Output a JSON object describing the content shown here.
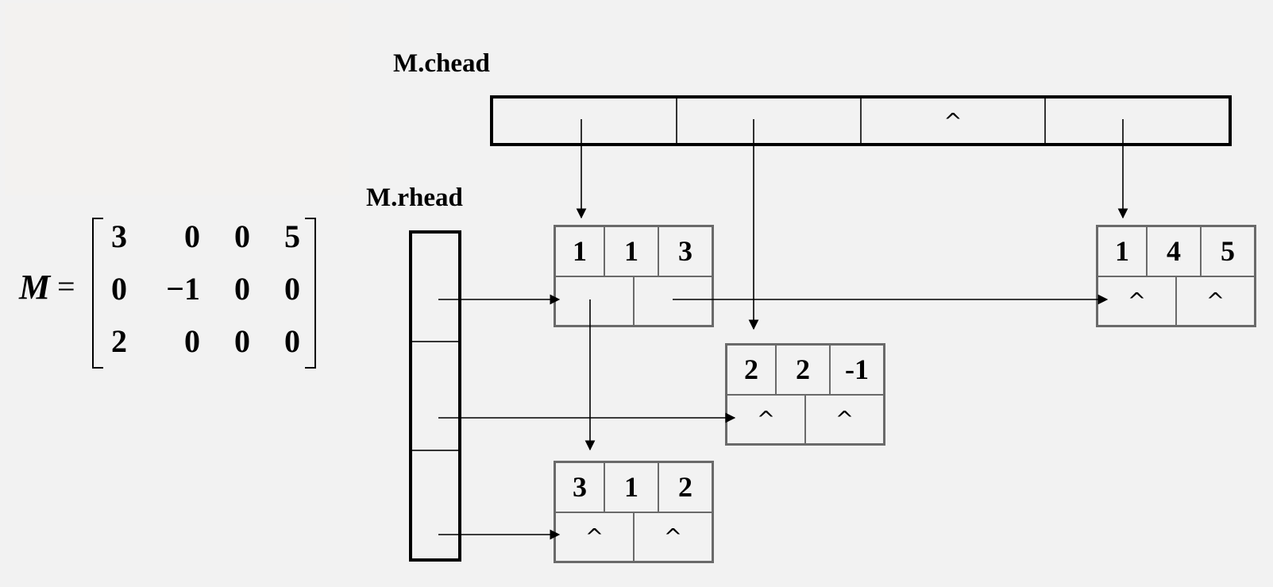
{
  "labels": {
    "chead": "M.chead",
    "rhead": "M.rhead"
  },
  "matrix": {
    "name": "M",
    "eq": "=",
    "rows": [
      [
        "3",
        "0",
        "0",
        "5"
      ],
      [
        "0",
        "−1",
        "0",
        "0"
      ],
      [
        "2",
        "0",
        "0",
        "0"
      ]
    ]
  },
  "chead": [
    "",
    "",
    "^",
    ""
  ],
  "nodes": {
    "n113": {
      "i": "1",
      "j": "1",
      "e": "3",
      "down": "",
      "right": ""
    },
    "n145": {
      "i": "1",
      "j": "4",
      "e": "5",
      "down": "^",
      "right": "^"
    },
    "n22m1": {
      "i": "2",
      "j": "2",
      "e": "-1",
      "down": "^",
      "right": "^"
    },
    "n312": {
      "i": "3",
      "j": "1",
      "e": "2",
      "down": "^",
      "right": "^"
    }
  }
}
